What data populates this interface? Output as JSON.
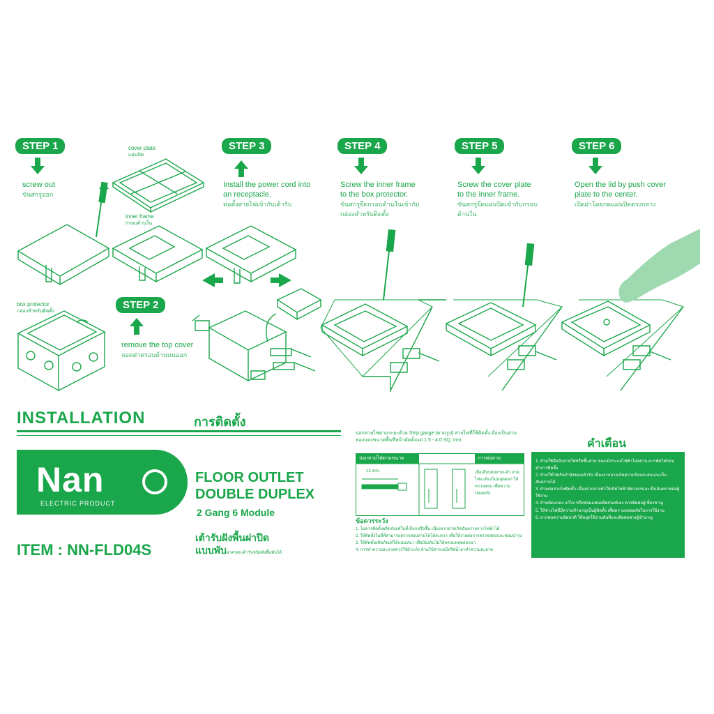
{
  "steps": [
    {
      "badge": "STEP 1",
      "en": "screw out",
      "th": "ขันสกรูออก"
    },
    {
      "badge": "STEP 2",
      "en": "remove the top cover",
      "th": "ถอดฝาครอบด้านบนออก"
    },
    {
      "badge": "STEP 3",
      "en1": "Install the power cord into",
      "en2": "an receptacle.",
      "th": "ต่อตั้งสายไฟเข้ากับเต้ารับ"
    },
    {
      "badge": "STEP 4",
      "en1": "Screw the inner frame",
      "en2": "to the box protector.",
      "th1": "ขันสกรูยึดกรอบด้านในเข้ากับ",
      "th2": "กล่องสำหรับติดตั้ง"
    },
    {
      "badge": "STEP 5",
      "en1": "Screw the cover plate",
      "en2": "to the inner frame.",
      "th1": "ขันสกรูยึดแผ่นปิดเข้ากับกรอบ",
      "th2": "ด้านใน"
    },
    {
      "badge": "STEP 6",
      "en1": "Open the lid by push cover",
      "en2": "plate to the center.",
      "th": "เปิดฝาโดยกดแผ่นปิดตรงกลาง"
    }
  ],
  "parts": {
    "cover_plate": "cover plate",
    "cover_plate_th": "แผ่นปิด",
    "inner_frame": "inner frame",
    "inner_frame_th": "กรอบด้านใน",
    "box_protector": "box protector",
    "box_protector_th": "กล่องสำหรับติดตั้ง"
  },
  "header": {
    "installation": "INSTALLATION",
    "installation_th": "การติดตั้ง"
  },
  "logo": {
    "name": "Nan",
    "sub": "ELECTRIC PRODUCT"
  },
  "product": {
    "line1": "FLOOR OUTLET",
    "line2": "DOUBLE DUPLEX",
    "line3": "2 Gang 6 Module",
    "th1": "เต้ารับฝังพื้นฝาปิด",
    "th2": "แบบพับ",
    "th_small": "ฝาครอบเต้ารับชนิดฝังพื้นพับได้",
    "item": "ITEM : NN-FLD04S"
  },
  "spec": {
    "text": "ปอกสายไฟตามระยะด้วย Strip gauge (ตามรูป) สายไฟที่ใช้ติดตั้ง ต้องเป็นสายทองแดงขนาดพื้นที่หน้าตัดตั้งแต่ 1.5 - 4.0 SQ. mm.",
    "col1": "ปอกสายไฟตามขนาด",
    "col2": "การต่อสาย",
    "mm": "12 mm.",
    "note_right": "เมื่อเสียบต่อสายแล้ว สายไฟจะต้องไม่หลุดออก ให้ตรวจสอบ เพื่อความปลอดภัย"
  },
  "notes": {
    "title": "ข้อควรระวัง",
    "items": [
      "1. ไม่ควรติดตั้งผลิตภัณฑ์ในที่เปียกหรือชื้น เนื่องจากอาจเกิดอันตรายจากไฟฟ้าได้",
      "2. ให้ติดตั้งในที่ที่สามารถตรวจสอบสายไฟได้สะดวก เพื่อให้ง่ายต่อการตรวจสอบและซ่อมบำรุง",
      "3. ให้ติดตั้งผลิตภัณฑ์ให้แน่นหนา เพื่อป้องกันไม่ให้หลวมหลุดออกมา",
      "4. การทำความสะอาดควรใช้ผ้าแห้ง ห้ามใช้สารเคมีหรือน้ำยาทำความสะอาด"
    ]
  },
  "warning": {
    "title": "คำเตือน",
    "items": [
      "1. ห้ามใช้มือจับสายไฟหรือชิ้นส่วน ขณะมีกระแสไฟฟ้าไหลผ่าน ควรตัดไฟก่อนทำการติดตั้ง",
      "2. ห้ามใช้ไฟเกินกำลังของเต้ารับ เนื่องจากอาจเกิดความร้อนสะสมและเป็นอันตรายได้",
      "3. ห้ามต่อสายไฟผิดขั้ว เนื่องจากอาจทำให้เกิดไฟฟ้าลัดวงจรและเป็นอันตรายต่อผู้ใช้งาน",
      "4. ห้ามดัดแปลง แก้ไข หรือซ่อมแซมผลิตภัณฑ์เอง ควรติดต่อผู้เชี่ยวชาญ",
      "5. ให้ช่างไฟที่มีความชำนาญเป็นผู้ติดตั้ง เพื่อความปลอดภัยในการใช้งาน",
      "6. หากพบความผิดปกติ ให้หยุดใช้งานทันทีและติดต่อช่างผู้ชำนาญ"
    ]
  }
}
